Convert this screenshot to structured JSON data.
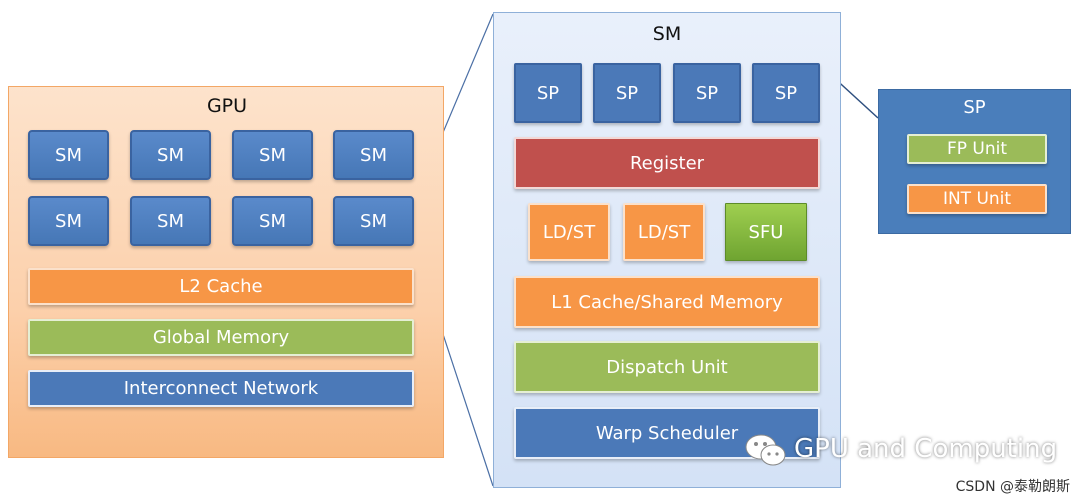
{
  "gpu": {
    "title": "GPU",
    "sm_units": [
      "SM",
      "SM",
      "SM",
      "SM",
      "SM",
      "SM",
      "SM",
      "SM"
    ],
    "l2_cache": "L2 Cache",
    "global_memory": "Global Memory",
    "interconnect": "Interconnect Network"
  },
  "sm": {
    "title": "SM",
    "sp_units": [
      "SP",
      "SP",
      "SP",
      "SP"
    ],
    "register": "Register",
    "ldst_1": "LD/ST",
    "ldst_2": "LD/ST",
    "sfu": "SFU",
    "l1_cache": "L1 Cache/Shared Memory",
    "dispatch": "Dispatch Unit",
    "warp_scheduler": "Warp Scheduler"
  },
  "sp": {
    "title": "SP",
    "fp_unit": "FP Unit",
    "int_unit": "INT Unit"
  },
  "watermark": {
    "text": "GPU and Computing",
    "icon": "wechat-icon"
  },
  "credit": "CSDN @泰勒朗斯"
}
